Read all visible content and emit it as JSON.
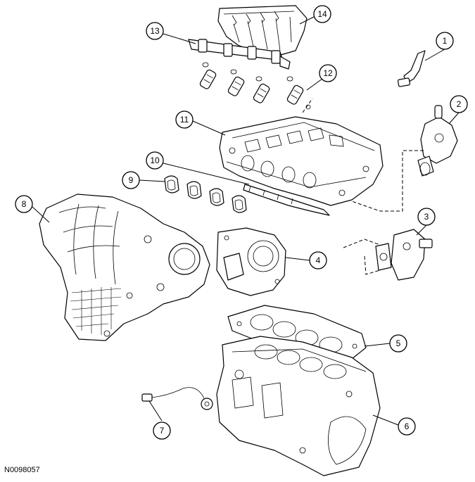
{
  "figure_id": "N0098057",
  "callouts": [
    {
      "num": "1"
    },
    {
      "num": "2"
    },
    {
      "num": "3"
    },
    {
      "num": "4"
    },
    {
      "num": "5"
    },
    {
      "num": "6"
    },
    {
      "num": "7"
    },
    {
      "num": "8"
    },
    {
      "num": "9"
    },
    {
      "num": "10"
    },
    {
      "num": "11"
    },
    {
      "num": "12"
    },
    {
      "num": "13"
    },
    {
      "num": "14"
    }
  ]
}
